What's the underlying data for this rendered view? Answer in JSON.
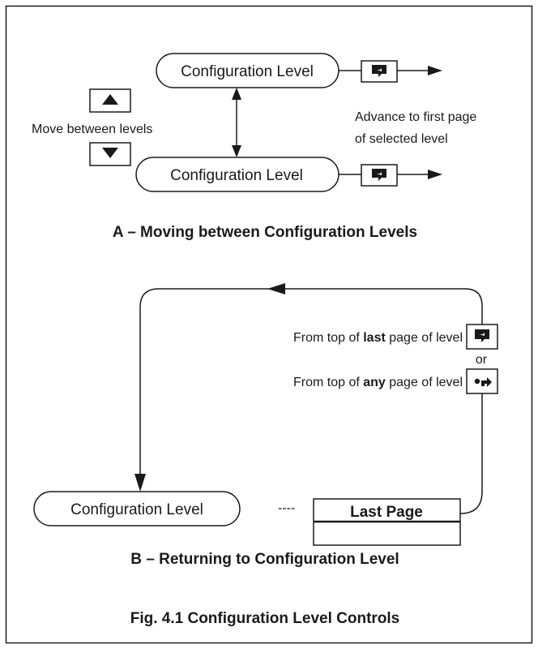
{
  "section_a": {
    "top_level_label": "Configuration Level",
    "bottom_level_label": "Configuration Level",
    "move_label": "Move between levels",
    "advance_label_line1": "Advance to first page",
    "advance_label_line2": "of selected level",
    "caption": "A – Moving between Configuration Levels",
    "keys": {
      "up": "up-arrow-key-icon",
      "down": "down-arrow-key-icon",
      "enter": "enter-key-icon"
    }
  },
  "section_b": {
    "from_last_prefix": "From top of ",
    "from_last_bold": "last",
    "from_last_suffix": " page of level",
    "or_label": "or",
    "from_any_prefix": "From top of ",
    "from_any_bold": "any",
    "from_any_suffix": " page of level",
    "level_label": "Configuration Level",
    "last_page_label": "Last Page",
    "dashes": "----",
    "caption": "B – Returning to Configuration Level",
    "keys": {
      "enter": "enter-key-icon",
      "back": "back-key-icon"
    }
  },
  "figure_caption": "Fig. 4.1 Configuration Level Controls"
}
